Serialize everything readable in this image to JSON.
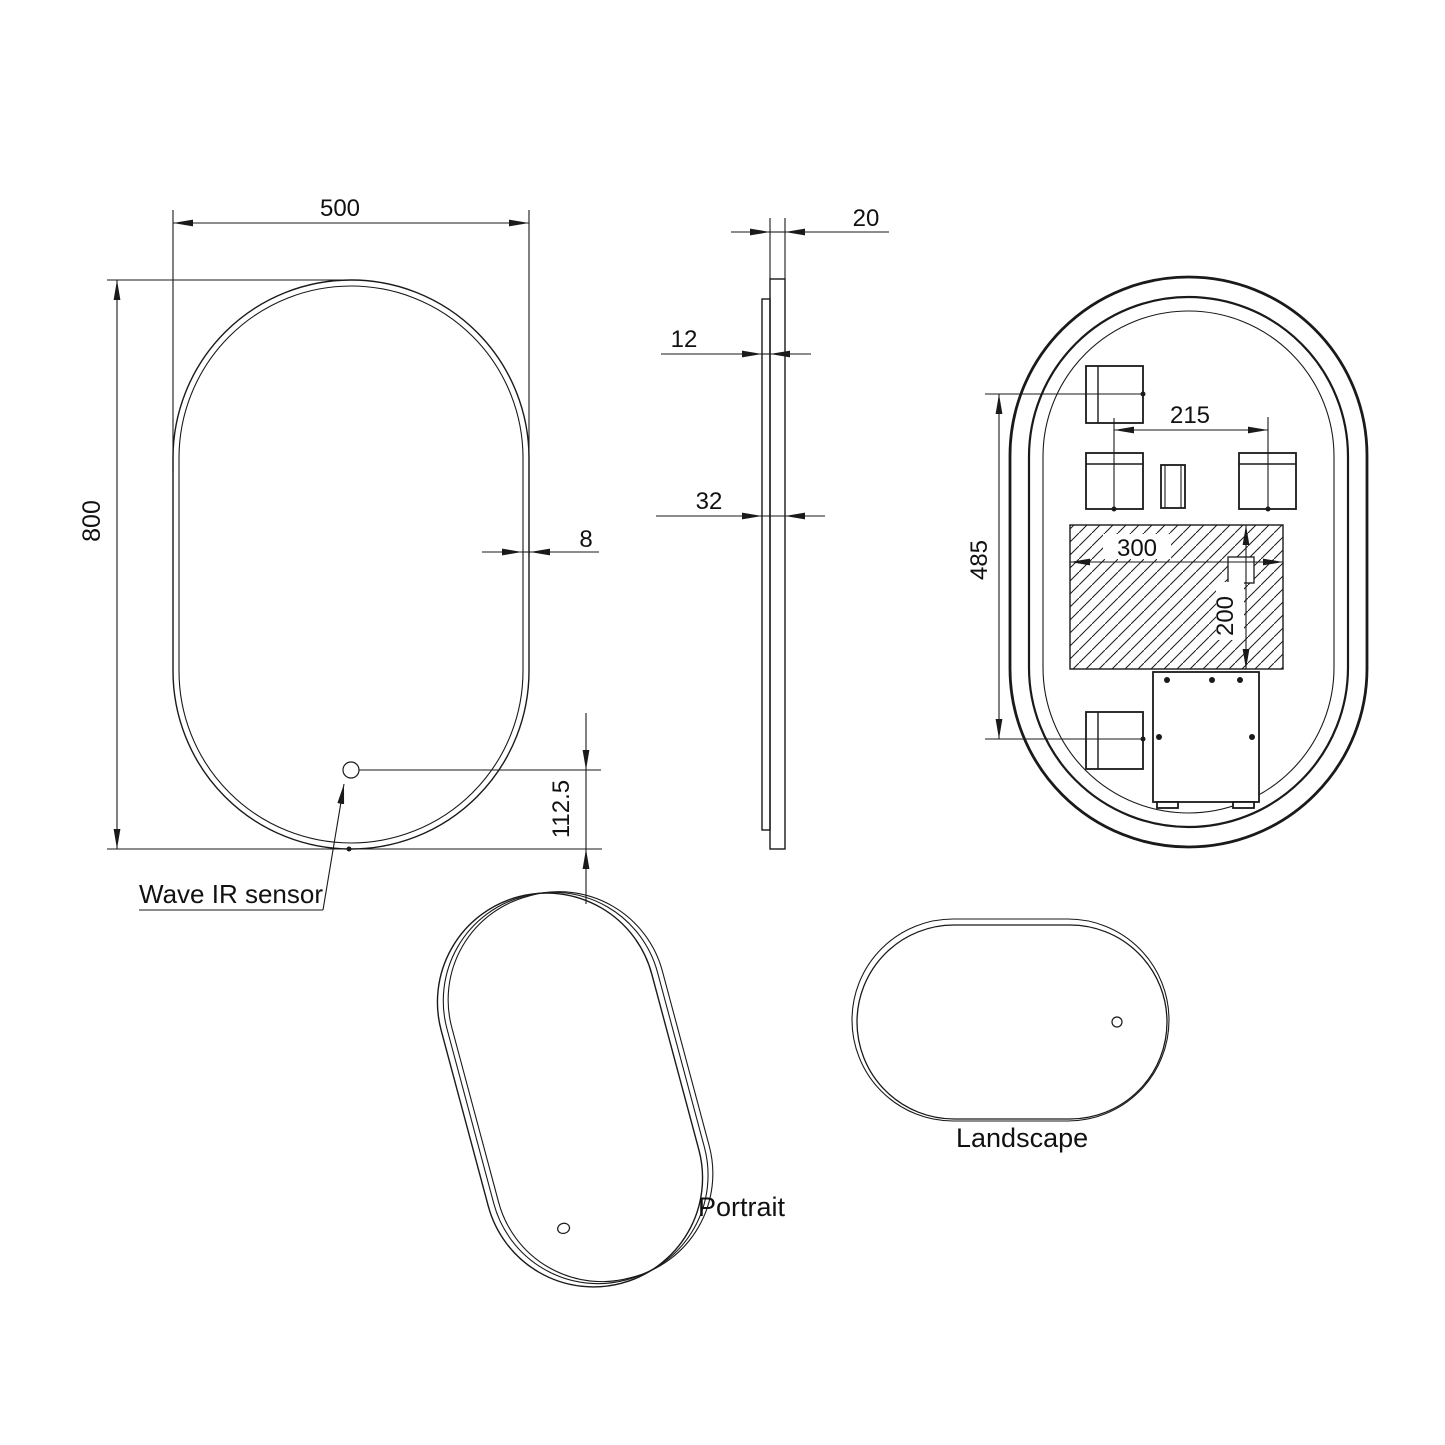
{
  "front_view": {
    "width_dim": "500",
    "height_dim": "800",
    "frame_dim": "8",
    "sensor_offset_dim": "112.5",
    "sensor_callout": "Wave IR sensor"
  },
  "side_view": {
    "depth_dim": "20",
    "back_depth_dim": "12",
    "total_depth_dim": "32"
  },
  "back_view": {
    "bracket_spacing_dim": "215",
    "bracket_span_dim": "485",
    "cutout_width_dim": "300",
    "cutout_height_dim": "200"
  },
  "orientations": {
    "portrait": "Portrait",
    "landscape": "Landscape"
  },
  "colors": {
    "line": "#1a1a1a",
    "background": "#ffffff"
  }
}
